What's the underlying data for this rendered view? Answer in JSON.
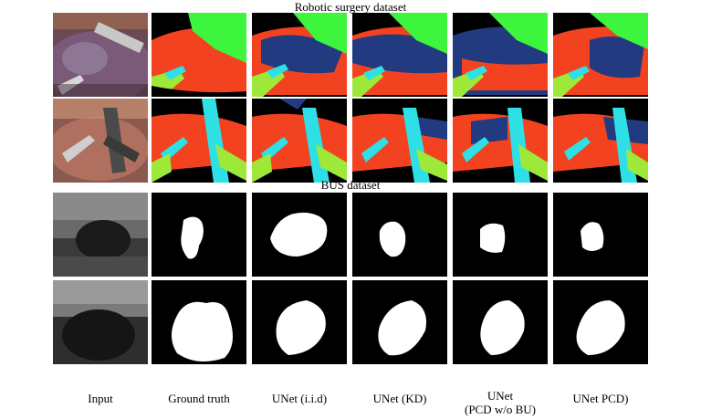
{
  "headings": {
    "surgery": "Robotic surgery dataset",
    "bus": "BUS dataset"
  },
  "columns": {
    "input": "Input",
    "ground_truth": "Ground truth",
    "unet_iid": "UNet (i.i.d)",
    "unet_kd": "UNet (KD)",
    "unet_pcd_wo_bu_line1": "UNet",
    "unet_pcd_wo_bu_line2": "(PCD w/o BU)",
    "unet_pcd": "UNet PCD)"
  },
  "colors": {
    "background_mask": "#000000",
    "foreground_mask": "#ffffff",
    "organ_red": "#f2421f",
    "region_green": "#3cf53c",
    "tool_cyan": "#2ee0e6",
    "shadow_navy": "#223a80",
    "tool_lime": "#9ee83a"
  }
}
